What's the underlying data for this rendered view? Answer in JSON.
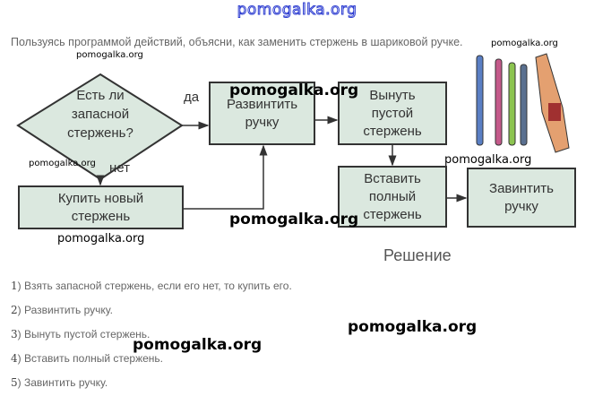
{
  "header": {
    "site": "pomogalka.org"
  },
  "task": {
    "text": "Пользуясь программой действий, объясни, как заменить стержень в шариковой ручке."
  },
  "flowchart": {
    "decision": [
      "Есть ли",
      "запасной",
      "стержень?"
    ],
    "yes_label": "да",
    "no_label": "нет",
    "unscrew": [
      "Развинтить",
      "ручку"
    ],
    "remove": [
      "Вынуть",
      "пустой",
      "стержень"
    ],
    "buy": [
      "Купить новый",
      "стержень"
    ],
    "insert": [
      "Вставить",
      "полный",
      "стержень"
    ],
    "screw": [
      "Завинтить",
      "ручку"
    ]
  },
  "solution_title": "Решение",
  "steps": [
    {
      "num": "1",
      "text": ") Взять запасной стержень, если его нет, то купить его."
    },
    {
      "num": "2",
      "text": ") Развинтить ручку."
    },
    {
      "num": "3",
      "text": ") Вынуть пустой стержень."
    },
    {
      "num": "4",
      "text": ") Вставить полный стержень."
    },
    {
      "num": "5",
      "text": ") Завинтить ручку."
    }
  ],
  "watermarks": [
    "pomogalka.org",
    "pomogalka.org",
    "pomogalka.org",
    "pomogalka.org",
    "pomogalka.org",
    "pomogalka.org",
    "pomogalka.org",
    "pomogalka.org",
    "pomogalka.org"
  ],
  "colors": {
    "box_fill": "#dbe8df",
    "border": "#333333",
    "header": "#2b3bd0"
  }
}
